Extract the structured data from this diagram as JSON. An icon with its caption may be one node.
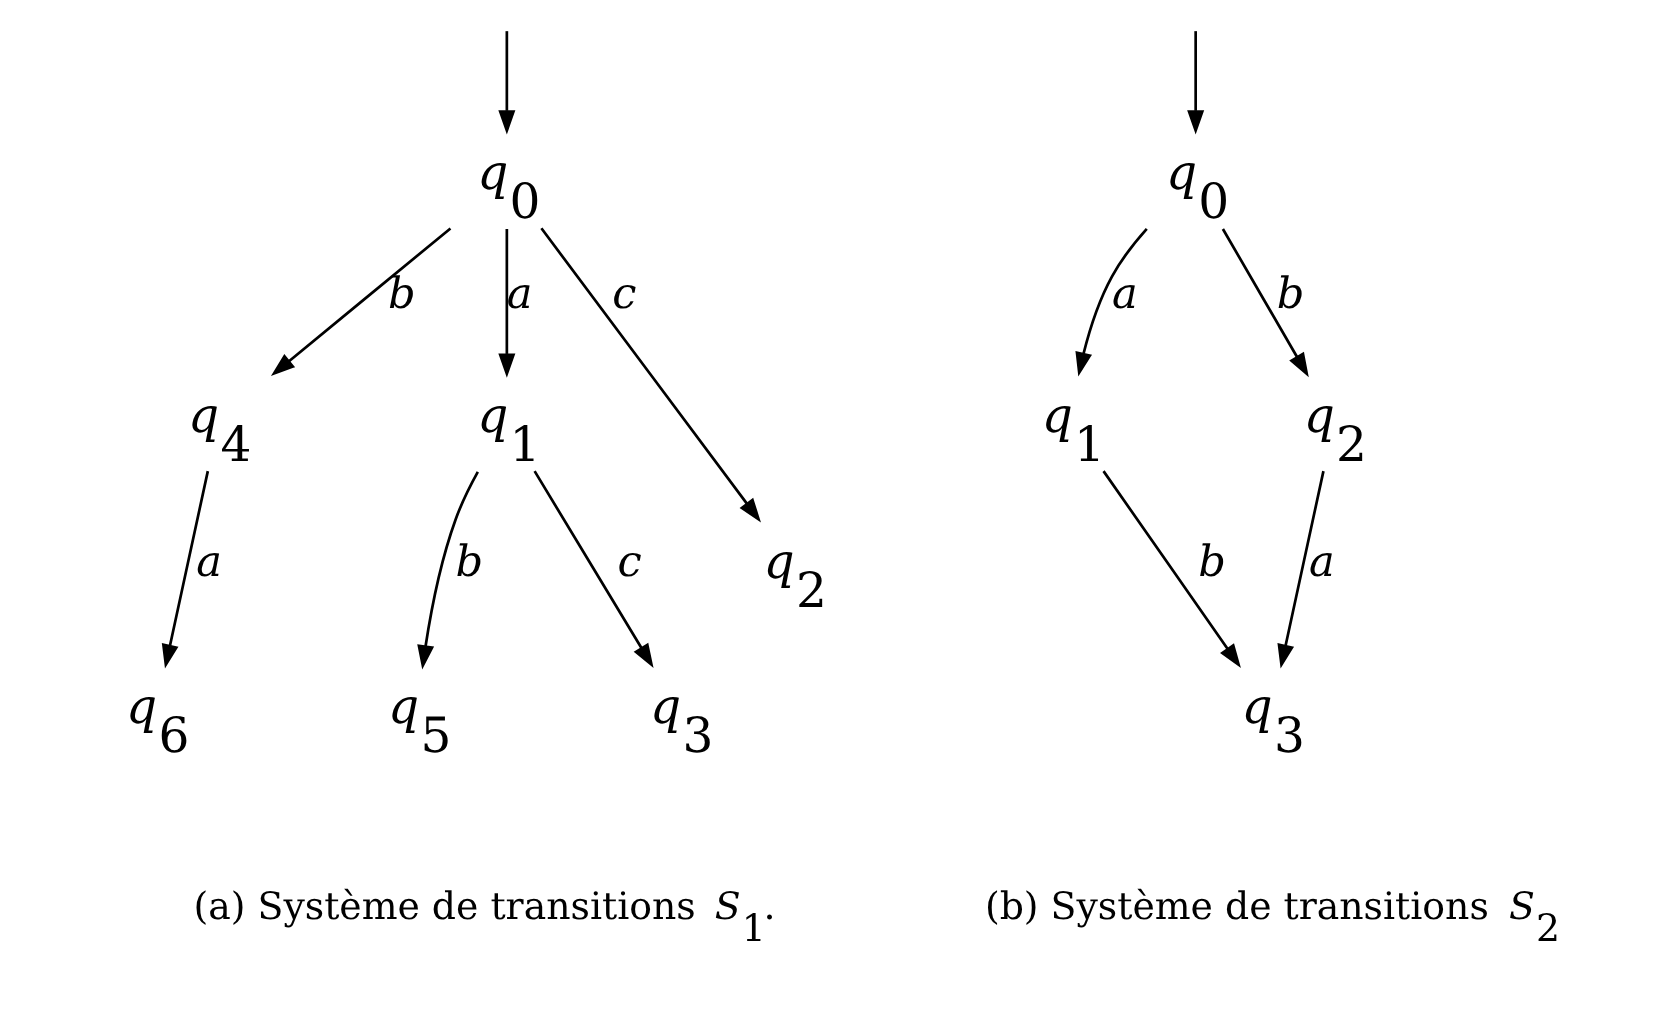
{
  "diagram": {
    "nodes": [
      {
        "text": [
          "*q*$_{0}$"
        ]
      },
      {
        "text": [
          "*q*$_{4}$"
        ]
      },
      {
        "text": [
          "*q*$_{1}$"
        ]
      },
      {
        "text": [
          "*q*$_{2}$"
        ]
      },
      {
        "text": [
          "*q*$_{6}$"
        ]
      },
      {
        "text": [
          "*q*$_{5}$"
        ]
      },
      {
        "text": [
          "*q*$_{3}$"
        ]
      },
      {
        "text": [
          "*q*$_{0}$"
        ]
      },
      {
        "text": [
          "*q*$_{1}$"
        ]
      },
      {
        "text": [
          "*q*$_{2}$"
        ]
      },
      {
        "text": [
          "*q*$_{3}$"
        ]
      }
    ],
    "edges": [
      {
        "from": null,
        "to": 0,
        "arrow": "to"
      },
      {
        "from": 0,
        "to": 1,
        "arrow": "to",
        "label": "b"
      },
      {
        "from": 0,
        "to": 2,
        "arrow": "to",
        "label": "a"
      },
      {
        "from": 0,
        "to": 3,
        "arrow": "to",
        "label": "c"
      },
      {
        "from": 1,
        "to": 4,
        "arrow": "to",
        "label": "a"
      },
      {
        "from": 2,
        "to": 5,
        "arrow": "to",
        "label": "b"
      },
      {
        "from": 2,
        "to": 6,
        "arrow": "to",
        "label": "c"
      },
      {
        "from": null,
        "to": 7,
        "arrow": "to"
      },
      {
        "from": 7,
        "to": 8,
        "arrow": "to",
        "label": "a"
      },
      {
        "from": 7,
        "to": 9,
        "arrow": "to",
        "label": "b"
      },
      {
        "from": 8,
        "to": 10,
        "arrow": "to",
        "label": "b"
      },
      {
        "from": 9,
        "to": 10,
        "arrow": "to",
        "label": "a"
      }
    ],
    "labels": [
      "(a) Système de transitions *S*$_{1}$.",
      "(b) Système de transitions *S*$_{2}$"
    ]
  }
}
